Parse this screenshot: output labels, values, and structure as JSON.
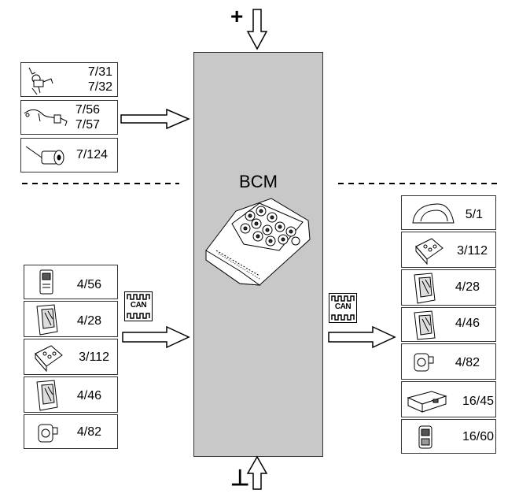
{
  "center": {
    "label": "BCM"
  },
  "power": {
    "plus": "+",
    "ground": "⊥"
  },
  "can_badge": "CAN",
  "inputs_top": [
    {
      "icon": "wiper-motor-icon",
      "lines": [
        "7/31",
        "7/32"
      ]
    },
    {
      "icon": "washer-pump-wiring-icon",
      "lines": [
        "7/56",
        "7/57"
      ]
    },
    {
      "icon": "motor-icon",
      "lines": [
        "7/124"
      ]
    }
  ],
  "inputs_can": [
    {
      "icon": "module-icon",
      "lines": [
        "4/56"
      ]
    },
    {
      "icon": "ecu-connector-icon",
      "lines": [
        "4/28"
      ]
    },
    {
      "icon": "control-unit-icon",
      "lines": [
        "3/112"
      ]
    },
    {
      "icon": "ecu-connector-icon",
      "lines": [
        "4/46"
      ]
    },
    {
      "icon": "sensor-icon",
      "lines": [
        "4/82"
      ]
    }
  ],
  "outputs_can": [
    {
      "icon": "instrument-cluster-icon",
      "lines": [
        "5/1"
      ]
    },
    {
      "icon": "control-unit-icon",
      "lines": [
        "3/112"
      ]
    },
    {
      "icon": "ecu-connector-icon",
      "lines": [
        "4/28"
      ]
    },
    {
      "icon": "ecu-connector-icon",
      "lines": [
        "4/46"
      ]
    },
    {
      "icon": "sensor-icon",
      "lines": [
        "4/82"
      ]
    },
    {
      "icon": "control-box-icon",
      "lines": [
        "16/45"
      ]
    },
    {
      "icon": "switch-module-icon",
      "lines": [
        "16/60"
      ]
    }
  ]
}
